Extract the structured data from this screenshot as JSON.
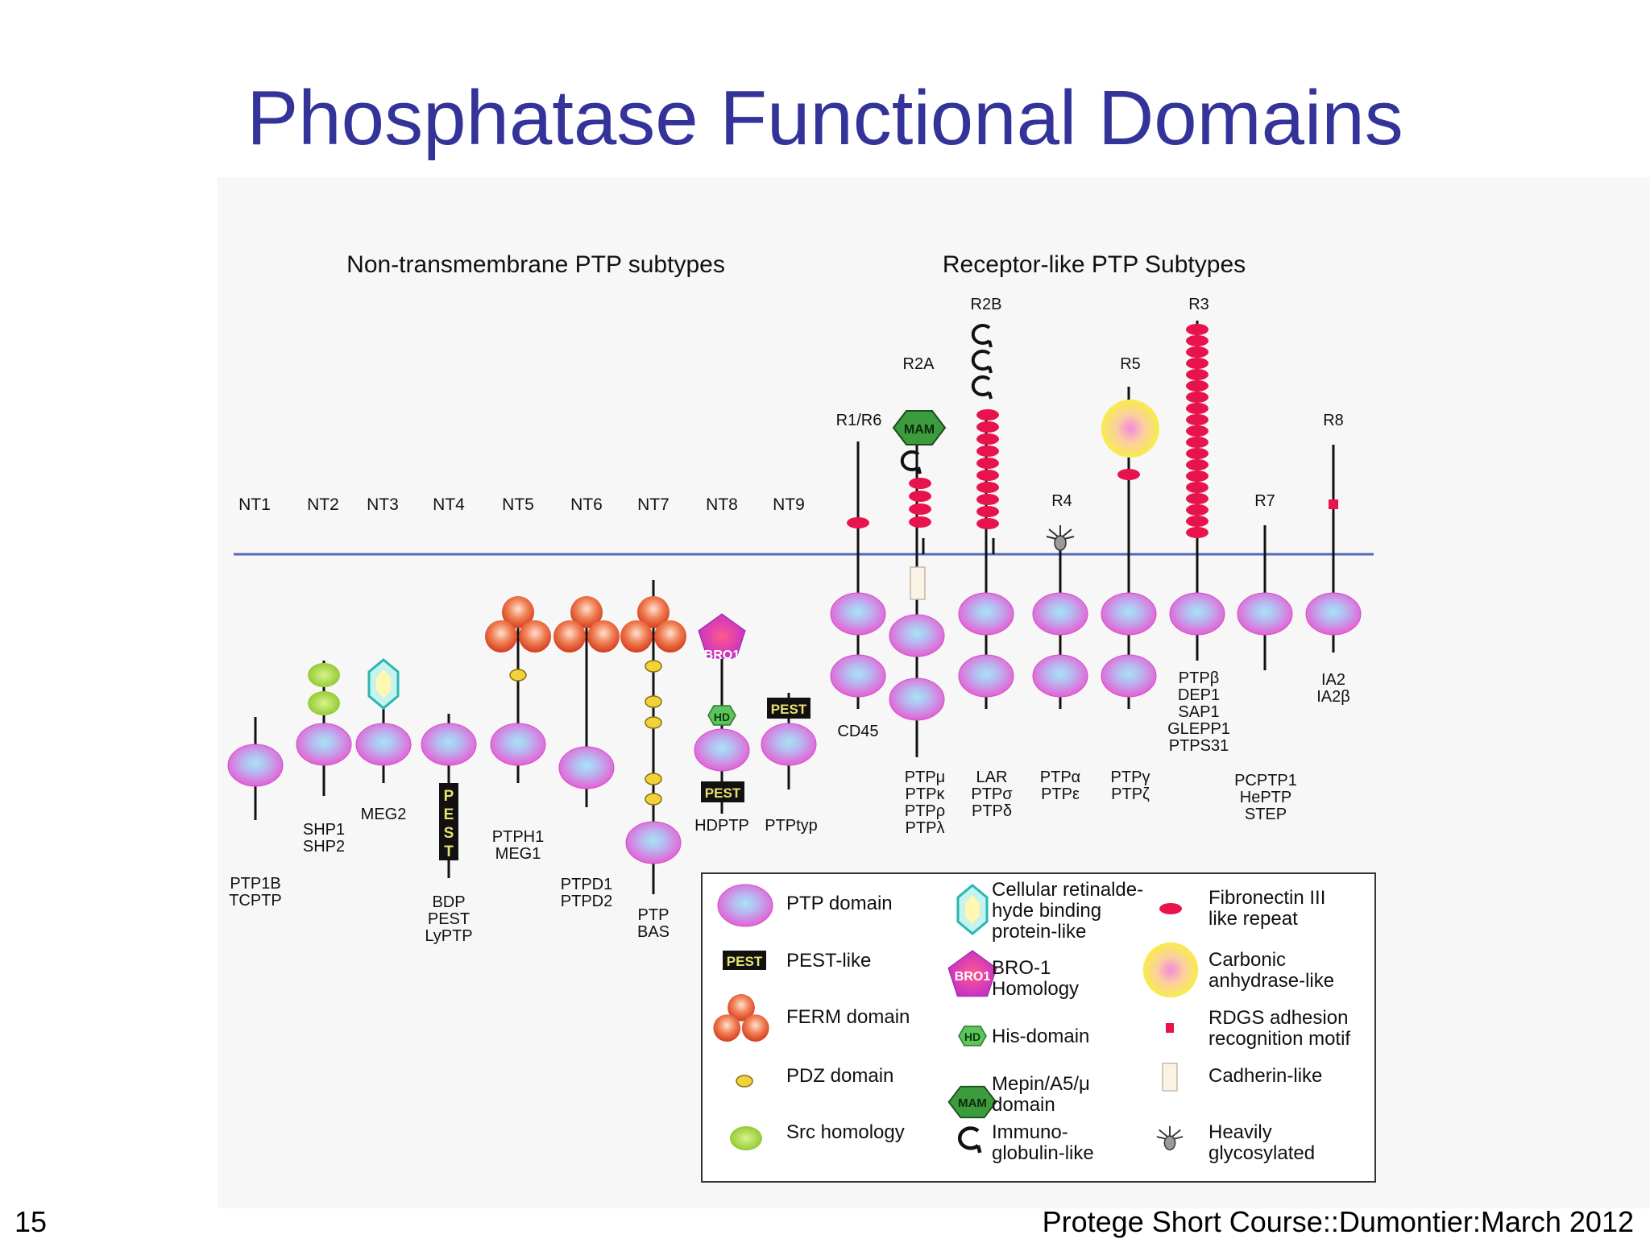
{
  "slide": {
    "title": "Phosphatase Functional Domains",
    "number": "15",
    "footer": "Protege Short Course::Dumontier:March 2012"
  },
  "diagram": {
    "headings": {
      "non_transmembrane": "Non-transmembrane PTP subtypes",
      "receptor_like": "Receptor-like PTP Subtypes"
    },
    "nt_subtypes": [
      "NT1",
      "NT2",
      "NT3",
      "NT4",
      "NT5",
      "NT6",
      "NT7",
      "NT8",
      "NT9"
    ],
    "receptor_subtypes": [
      "R1/R6",
      "R2A",
      "R2B",
      "R4",
      "R5",
      "R3",
      "R7",
      "R8"
    ],
    "domain_labels": {
      "pest": "PEST",
      "pest_vertical": [
        "P",
        "E",
        "S",
        "T"
      ],
      "bro1": "BRO1",
      "hd": "HD",
      "mam": "MAM"
    },
    "members": {
      "nt1": [
        "PTP1B",
        "TCPTP"
      ],
      "nt2": [
        "SHP1",
        "SHP2"
      ],
      "nt3": [
        "MEG2"
      ],
      "nt4": [
        "BDP",
        "PEST",
        "LyPTP"
      ],
      "nt5": [
        "PTPH1",
        "MEG1"
      ],
      "nt6": [
        "PTPD1",
        "PTPD2"
      ],
      "nt7": [
        "PTP",
        "BAS"
      ],
      "nt8": [
        "HDPTP"
      ],
      "nt9": [
        "PTPtyp"
      ],
      "r1": [
        "CD45"
      ],
      "r2a": [
        "PTPμ",
        "PTPκ",
        "PTPρ",
        "PTPλ"
      ],
      "r2b": [
        "LAR",
        "PTPσ",
        "PTPδ"
      ],
      "r4": [
        "PTPα",
        "PTPε"
      ],
      "r5": [
        "PTPγ",
        "PTPζ"
      ],
      "r3": [
        "PTPβ",
        "DEP1",
        "SAP1",
        "GLEPP1",
        "PTPS31"
      ],
      "r7": [
        "PCPTP1",
        "HePTP",
        "STEP"
      ],
      "r8": [
        "IA2",
        "IA2β"
      ]
    },
    "legend": {
      "ptp_domain": [
        "PTP domain"
      ],
      "pest_like": [
        "PEST-like"
      ],
      "ferm": [
        "FERM domain"
      ],
      "pdz": [
        "PDZ domain"
      ],
      "src": [
        "Src homology"
      ],
      "cellular_retinaldehyde": [
        "Cellular retinalde-",
        "hyde binding",
        "protein-like"
      ],
      "bro1_homology": [
        "BRO-1",
        "Homology"
      ],
      "his_domain": [
        "His-domain"
      ],
      "mam_domain": [
        "Mepin/A5/μ",
        "domain"
      ],
      "immunoglobulin": [
        "Immuno-",
        "globulin-like"
      ],
      "fibronectin": [
        "Fibronectin III",
        "like repeat"
      ],
      "carbonic": [
        "Carbonic",
        "anhydrase-like"
      ],
      "rdgs": [
        "RDGS adhesion",
        "recognition motif"
      ],
      "cadherin": [
        "Cadherin-like"
      ],
      "glycosylated": [
        "Heavily",
        "glycosylated"
      ]
    },
    "colors": {
      "title": "#333399",
      "ptp_domain": "#e86ad6",
      "ptp_core": "#9fdcf0",
      "fibronectin": "#e8134d",
      "mam": "#3c9b3c",
      "membrane": "#5566bb",
      "ferm": "#e0502c",
      "src": "#a6d93a",
      "pdz": "#f0d23a",
      "carbonic": "#f7f23a"
    }
  }
}
